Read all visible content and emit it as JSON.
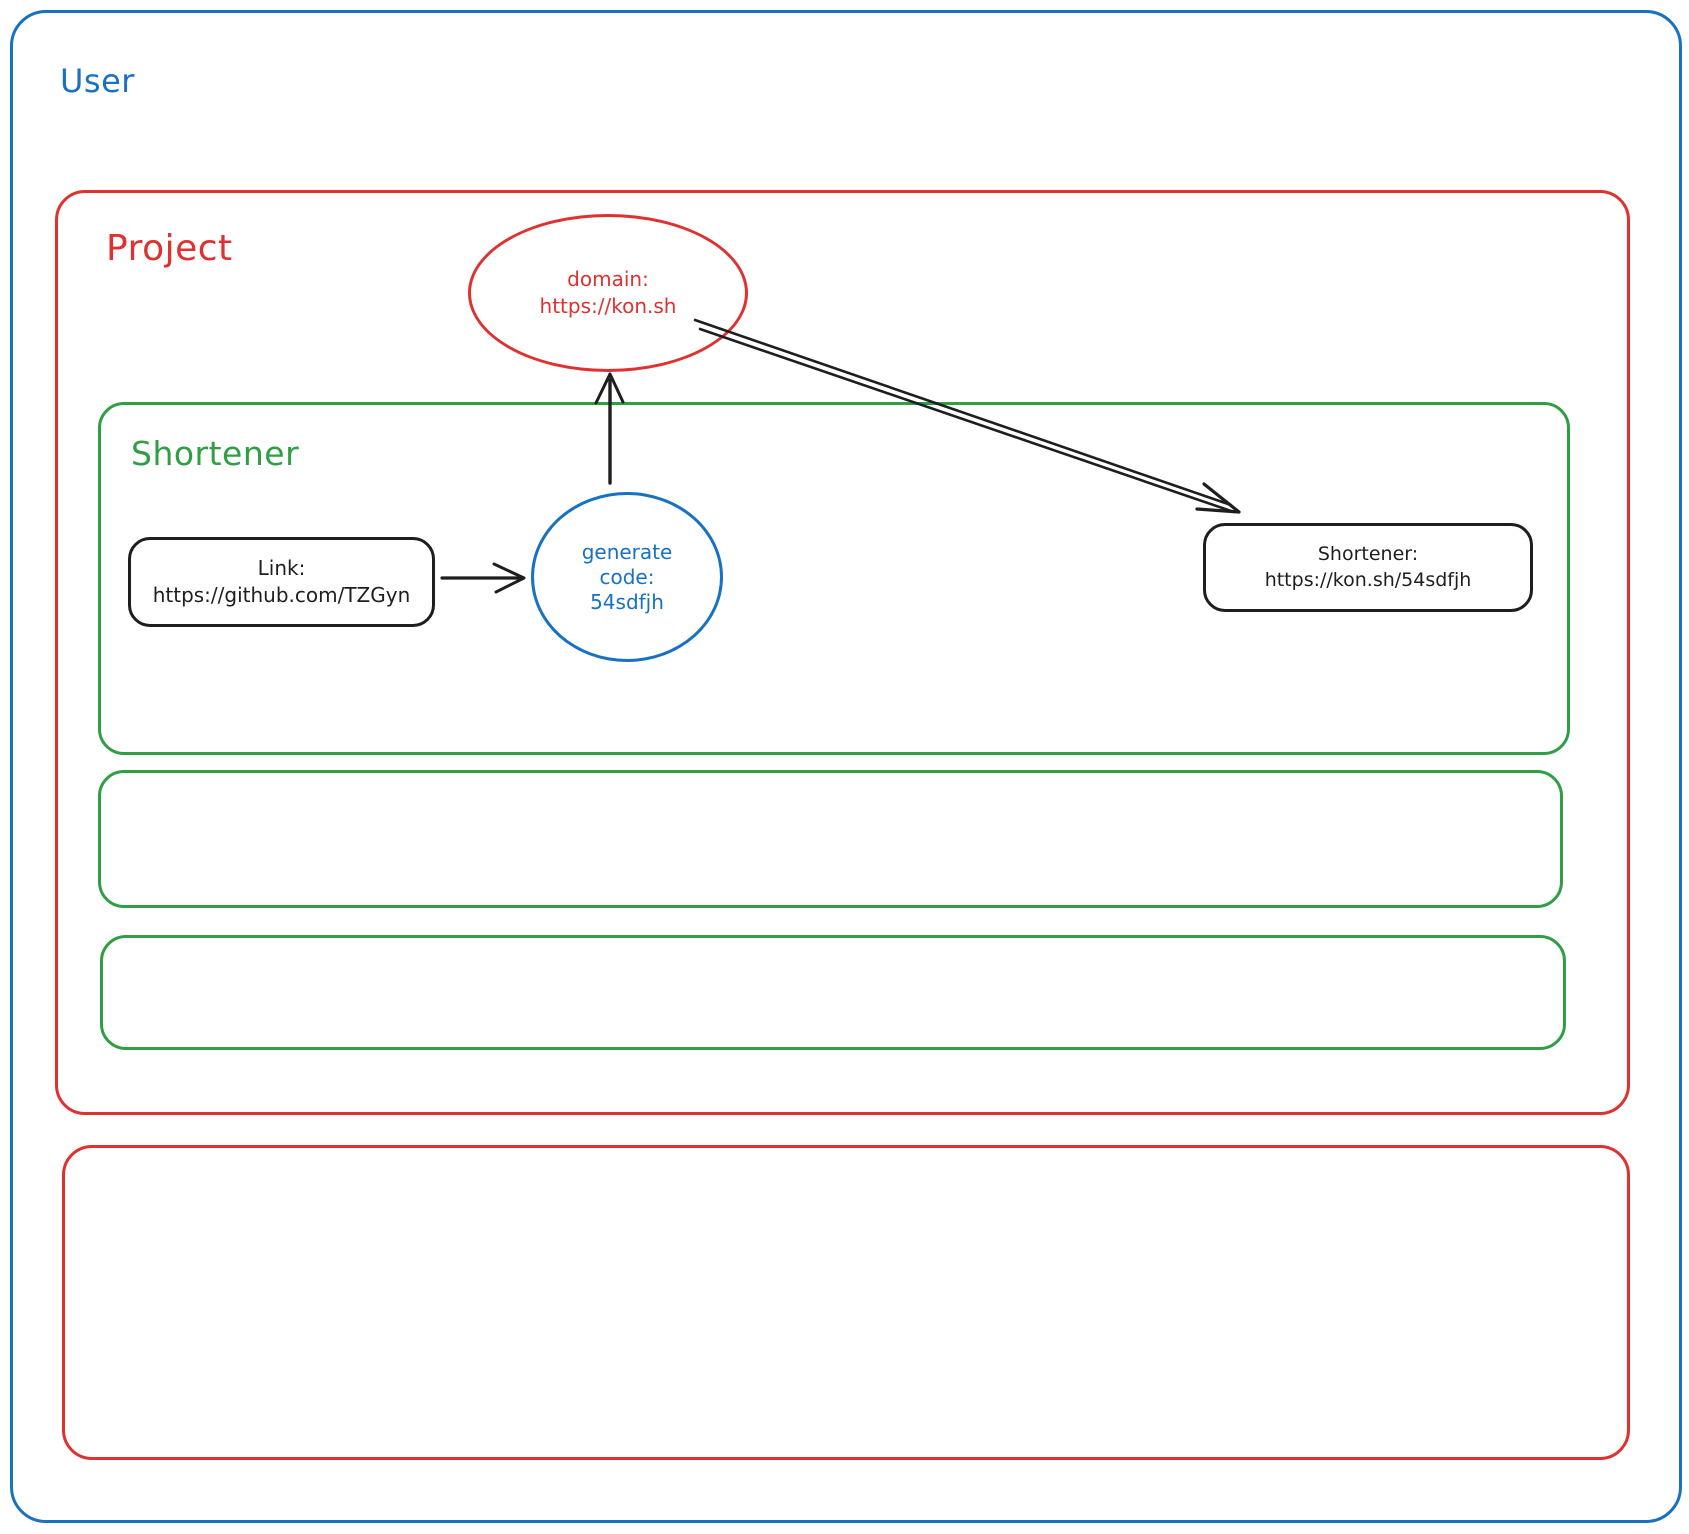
{
  "colors": {
    "blue": "#1971c2",
    "red": "#e03131",
    "green": "#2f9e44",
    "black": "#1e1e1e"
  },
  "user": {
    "label": "User"
  },
  "project": {
    "label": "Project"
  },
  "domain_node": {
    "title": "domain:",
    "url": "https://kon.sh"
  },
  "shortener_section": {
    "label": "Shortener"
  },
  "link_node": {
    "title": "Link:",
    "url": "https://github.com/TZGyn"
  },
  "generate_node": {
    "line1": "generate",
    "line2": "code:",
    "line3": "54sdfjh"
  },
  "result_node": {
    "title": "Shortener:",
    "url": "https://kon.sh/54sdfjh"
  }
}
